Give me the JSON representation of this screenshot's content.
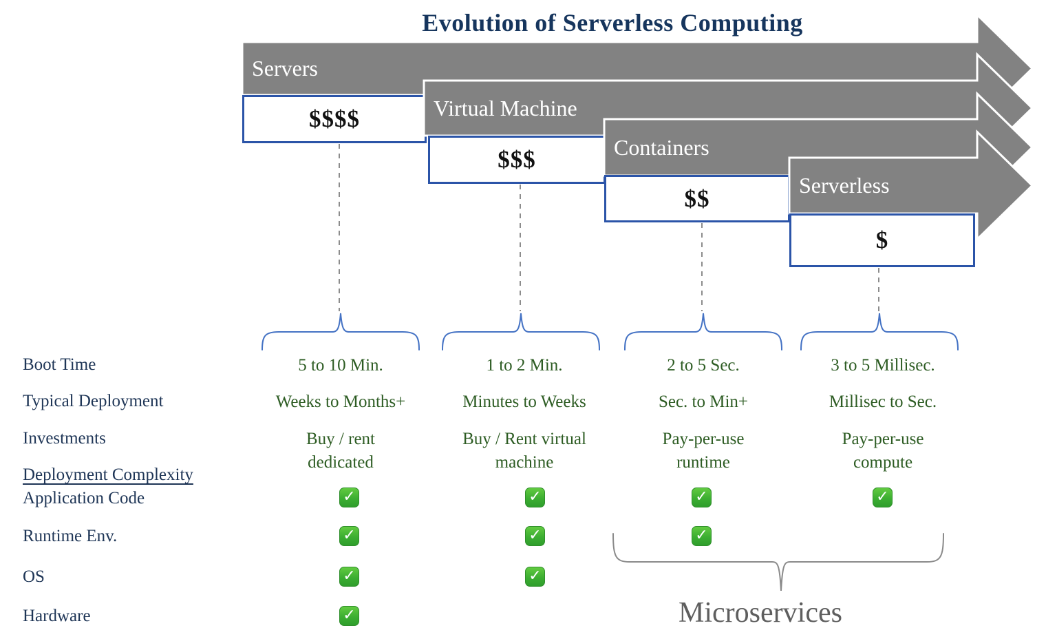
{
  "title": "Evolution of Serverless Computing",
  "icons": {
    "checkmark": "✓"
  },
  "colors": {
    "arrow_gray": "#828282",
    "title_navy": "#16355d",
    "row_label_navy": "#1e3556",
    "value_green": "#2d5c23",
    "cost_box_border_blue": "#2b54a8",
    "brace_blue": "#4472c4",
    "microservices_gray": "#5e5e5e",
    "check_green": "#2f9e2c"
  },
  "arrows": [
    {
      "label": "Servers",
      "cost": "$$$$"
    },
    {
      "label": "Virtual Machine",
      "cost": "$$$"
    },
    {
      "label": "Containers",
      "cost": "$$"
    },
    {
      "label": "Serverless",
      "cost": "$"
    }
  ],
  "row_labels": [
    "Boot Time",
    "Typical Deployment",
    "Investments",
    "Deployment Complexity",
    "Application Code",
    "Runtime Env.",
    "OS",
    "Hardware"
  ],
  "columns": [
    {
      "boot_time": "5 to 10 Min.",
      "typical_deployment": "Weeks to Months+",
      "investments_line1": "Buy / rent",
      "investments_line2": "dedicated",
      "application_code": true,
      "runtime_env": true,
      "os": true,
      "hardware": true
    },
    {
      "boot_time": "1 to 2 Min.",
      "typical_deployment": "Minutes to Weeks",
      "investments_line1": "Buy / Rent virtual",
      "investments_line2": "machine",
      "application_code": true,
      "runtime_env": true,
      "os": true,
      "hardware": false
    },
    {
      "boot_time": "2 to 5 Sec.",
      "typical_deployment": "Sec. to Min+",
      "investments_line1": "Pay-per-use",
      "investments_line2": "runtime",
      "application_code": true,
      "runtime_env": true,
      "os": false,
      "hardware": false
    },
    {
      "boot_time": "3 to 5 Millisec.",
      "typical_deployment": "Millisec to Sec.",
      "investments_line1": "Pay-per-use",
      "investments_line2": "compute",
      "application_code": true,
      "runtime_env": false,
      "os": false,
      "hardware": false
    }
  ],
  "microservices_label": "Microservices"
}
